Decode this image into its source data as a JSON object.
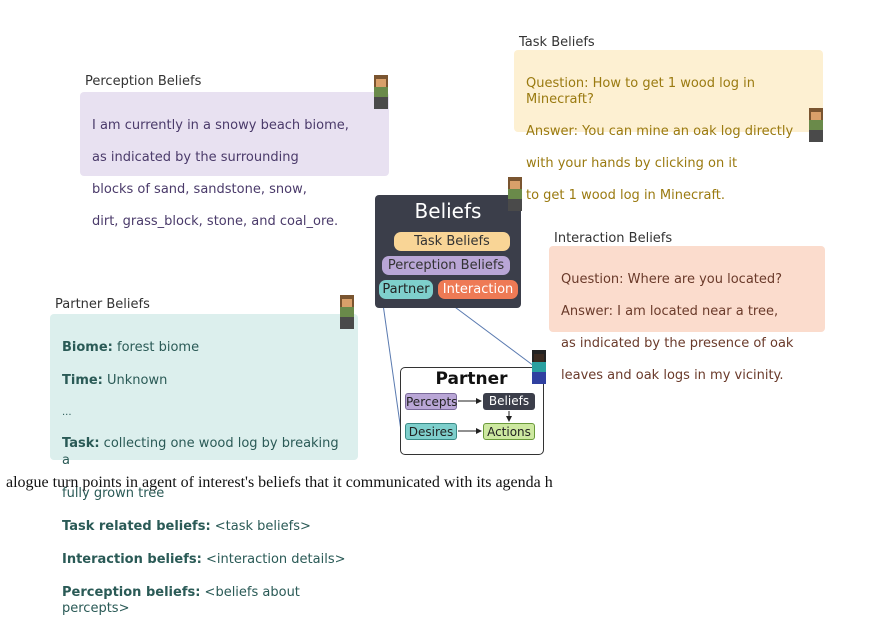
{
  "perception": {
    "title": "Perception Beliefs",
    "lines": [
      "I am currently in a snowy beach biome,",
      "as indicated by the surrounding",
      "blocks of sand, sandstone, snow,",
      "dirt, grass_block, stone, and coal_ore."
    ]
  },
  "task": {
    "title": "Task Beliefs",
    "lines": [
      "Question: How to get 1 wood log in Minecraft?",
      "Answer: You can mine an oak log directly",
      "with your hands by clicking on it",
      "to get 1 wood log in Minecraft."
    ]
  },
  "interaction": {
    "title": "Interaction Beliefs",
    "lines": [
      "Question: Where are you located?",
      "Answer: I am located near a tree,",
      "as indicated by the presence of oak",
      "leaves and oak logs in my vicinity."
    ]
  },
  "partner_beliefs": {
    "title": "Partner Beliefs",
    "items": [
      {
        "key": "Biome:",
        "value": " forest biome"
      },
      {
        "key": "Time:",
        "value": " Unknown"
      },
      {
        "key": "",
        "value": "..."
      },
      {
        "key": "Task:",
        "value": " collecting one wood log by breaking a"
      },
      {
        "key": "",
        "value": "fully grown tree"
      },
      {
        "key": "Task related beliefs:",
        "value": " <task beliefs>"
      },
      {
        "key": "Interaction beliefs:",
        "value": " <interaction details>"
      },
      {
        "key": "Perception beliefs:",
        "value": " <beliefs about percepts>"
      }
    ]
  },
  "beliefs_panel": {
    "title": "Beliefs",
    "task_pill": "Task Beliefs",
    "perception_pill": "Perception Beliefs",
    "partner_pill": "Partner",
    "interaction_pill": "Interaction"
  },
  "partner_model": {
    "title": "Partner",
    "percepts": "Percepts",
    "beliefs": "Beliefs",
    "desires": "Desires",
    "actions": "Actions"
  },
  "caption": "alogue turn points in agent of interest's beliefs that it communicated with its agenda h",
  "colors": {
    "perception_bg": "#e8e1f1",
    "task_bg": "#fdf0d2",
    "interaction_bg": "#fbdccd",
    "partner_bg": "#dcefed",
    "beliefs_panel_bg": "#3b3e4a",
    "task_pill": "#f9d596",
    "perception_pill": "#b9a6d6",
    "partner_pill": "#7ecfcc",
    "interaction_pill": "#ee7a55"
  }
}
